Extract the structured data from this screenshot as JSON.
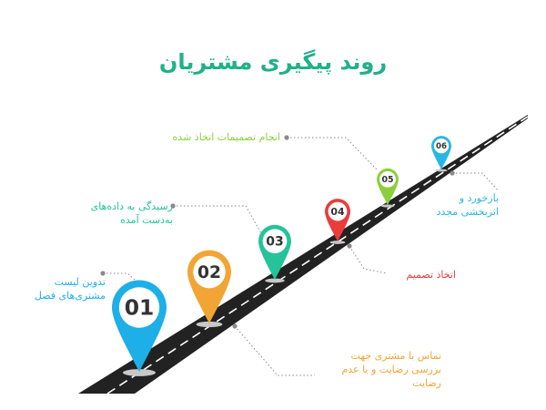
{
  "title": "روند پیگیری مشتریان",
  "colors": {
    "title": "#21b08a",
    "road": "#222222",
    "road_line": "#ffffff",
    "connector": "#8a8a8a",
    "pin_shadow": "#c8c8c8"
  },
  "steps": [
    {
      "number": "01",
      "color": "#1eaee8",
      "label_lines": [
        "تدوین لیست",
        "مشتری‌های فصل"
      ]
    },
    {
      "number": "02",
      "color": "#f2a534",
      "label_lines": [
        "تماس با مشتری جهت",
        "بررسی رضایت و یا عدم",
        "رضایت"
      ]
    },
    {
      "number": "03",
      "color": "#25c39a",
      "label_lines": [
        "رسیدگی به داده‌های",
        "به‌دست آمده"
      ]
    },
    {
      "number": "04",
      "color": "#ea3c3c",
      "label_lines": [
        "اتخاذ تصمیم"
      ]
    },
    {
      "number": "05",
      "color": "#8ccf3e",
      "label_lines": [
        "انجام تصمیمات اتخاذ شده"
      ]
    },
    {
      "number": "06",
      "color": "#27b6e5",
      "label_lines": [
        "بازخورد و",
        "اثربخشی مجدد"
      ]
    }
  ]
}
